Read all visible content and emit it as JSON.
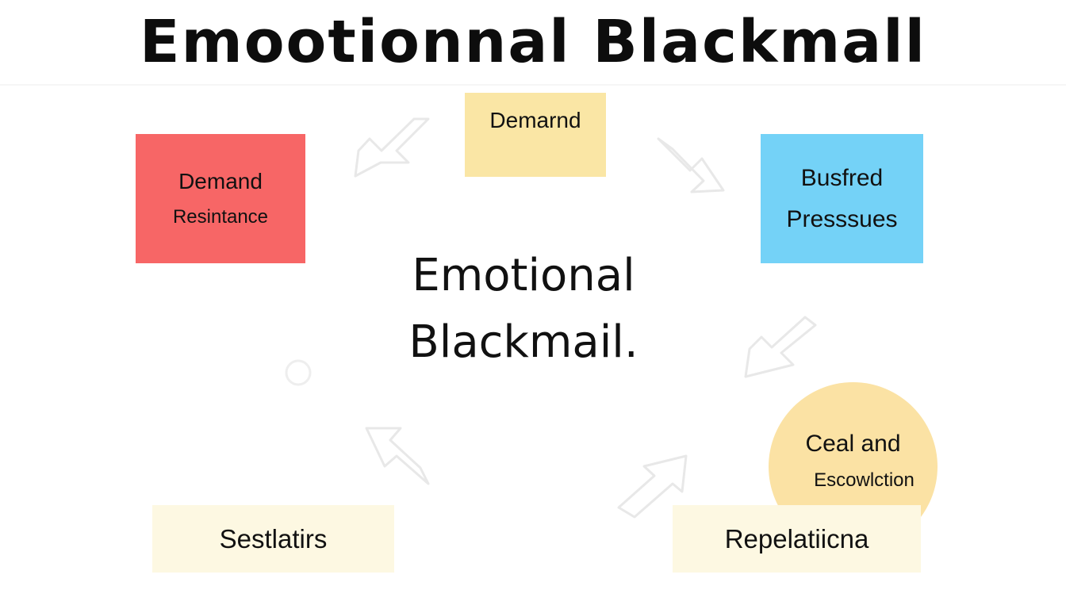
{
  "title": "Emootionnal Blackmall",
  "center": {
    "line1": "Emotional",
    "line2": "Blackmail."
  },
  "nodes": {
    "top": {
      "label": "Demarnd",
      "color": "#fae6a5"
    },
    "left": {
      "line1": "Demand",
      "line2": "Resintance",
      "color": "#f76666"
    },
    "right": {
      "line1": "Busfred",
      "line2": "Presssues",
      "color": "#74d2f7"
    },
    "bottom_right_circle": {
      "line1": "Ceal and",
      "line2": "Escowlction",
      "color": "#fbe2a4"
    },
    "bottom_right": {
      "label": "Repelatiicna",
      "color": "#fdf8e2"
    },
    "bottom_left": {
      "label": "Sestlatirs",
      "color": "#fdf8e2"
    }
  },
  "icons": [
    "arrow-outline-icon",
    "circle-outline-icon"
  ]
}
